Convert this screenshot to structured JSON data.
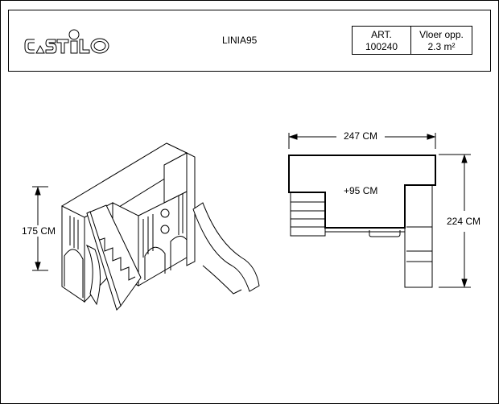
{
  "header": {
    "logo_text": "CASTILO",
    "model": "LINIA95",
    "art_label": "ART.",
    "art_number": "100240",
    "floor_area_label": "Vloer opp.",
    "floor_area_value": "2.3 m²"
  },
  "dimensions": {
    "height": "175 CM",
    "width": "247 CM",
    "depth": "224 CM",
    "platform_height": "+95 CM"
  }
}
